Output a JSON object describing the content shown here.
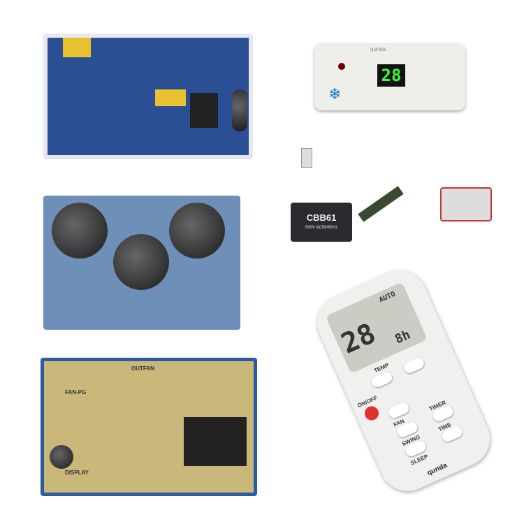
{
  "products": {
    "display_panel": {
      "brand": "qunda",
      "temperature": "28"
    },
    "capacitor": {
      "model": "CBB61",
      "rating": "500V AC50/60Hz"
    },
    "remote": {
      "temperature": "28",
      "mode": "AUTO",
      "timer": "8h",
      "on_off": "ON/OFF",
      "temp": "TEMP",
      "fan": "FAN",
      "swing": "SWING",
      "sleep": "SLEEP",
      "timer_label": "TIMER",
      "time": "TIME",
      "brand": "qunda"
    },
    "control_board": {
      "label_outfan": "OUTFAN",
      "label_fanpg": "FAN-PG",
      "label_display": "DISPLAY"
    }
  }
}
